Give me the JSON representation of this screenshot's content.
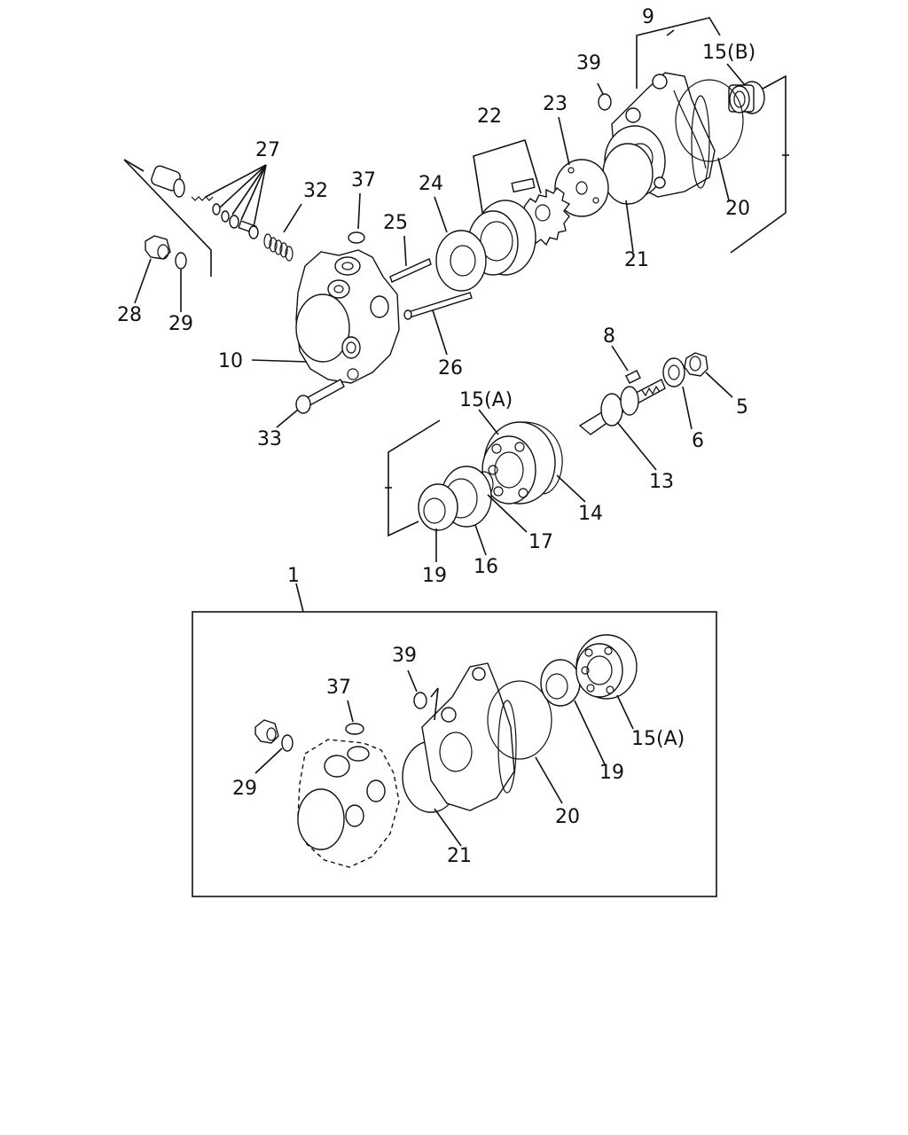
{
  "diagram": {
    "callouts": {
      "c9": "9",
      "c15b": "15(B)",
      "c39a": "39",
      "c27": "27",
      "c22": "22",
      "c23": "23",
      "c37a": "37",
      "c32": "32",
      "c24": "24",
      "c25": "25",
      "c20a": "20",
      "c21a": "21",
      "c28": "28",
      "c29a": "29",
      "c10": "10",
      "c26": "26",
      "c8": "8",
      "c5": "5",
      "c15a1": "15(A)",
      "c6": "6",
      "c33": "33",
      "c13": "13",
      "c14": "14",
      "c17": "17",
      "c16": "16",
      "c19a": "19",
      "c1": "1",
      "c39b": "39",
      "c37b": "37",
      "c15a2": "15(A)",
      "c29b": "29",
      "c19b": "19",
      "c20b": "20",
      "c21b": "21"
    }
  }
}
